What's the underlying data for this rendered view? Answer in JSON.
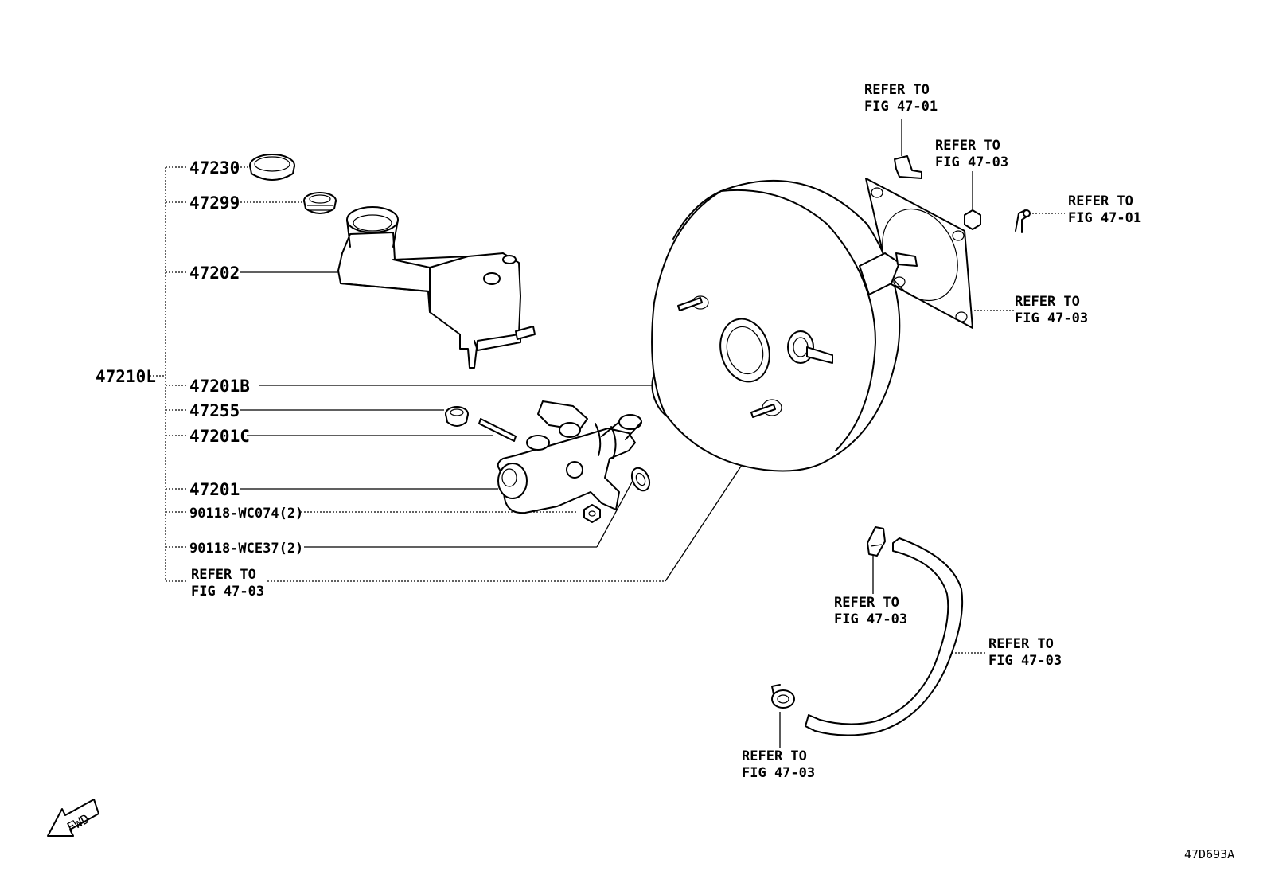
{
  "diagram": {
    "assembly_label": "47210L",
    "parts": {
      "p47230": "47230",
      "p47299": "47299",
      "p47202": "47202",
      "p47201B": "47201B",
      "p47255": "47255",
      "p47201C": "47201C",
      "p47201": "47201",
      "p90118_wc074": "90118-WC074(2)",
      "p90118_wce37": "90118-WCE37(2)"
    },
    "refer_notes": {
      "assy_booster": [
        "REFER TO",
        "FIG 47-03"
      ],
      "top_pin": [
        "REFER TO",
        "FIG 47-01"
      ],
      "top_nut": [
        "REFER TO",
        "FIG 47-03"
      ],
      "right_clip": [
        "REFER TO",
        "FIG 47-01"
      ],
      "gasket_plate": [
        "REFER TO",
        "FIG 47-03"
      ],
      "hose_clip_upper": [
        "REFER TO",
        "FIG 47-03"
      ],
      "hose": [
        "REFER TO",
        "FIG 47-03"
      ],
      "hose_clip_lower": [
        "REFER TO",
        "FIG 47-03"
      ]
    },
    "fwd_arrow": "FWD",
    "figure_code": "47D693A"
  }
}
